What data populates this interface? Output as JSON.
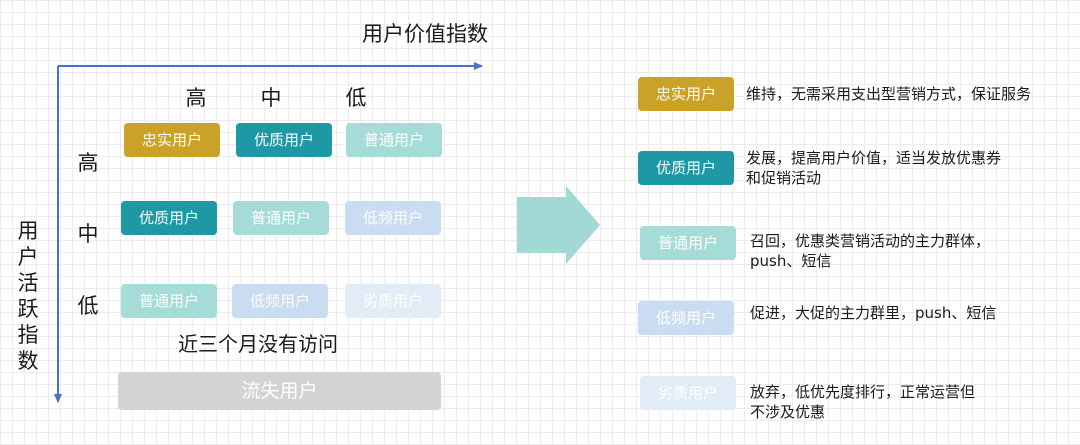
{
  "axes": {
    "x_title": "用户价值指数",
    "y_title": [
      "用",
      "户",
      "活",
      "跃",
      "指",
      "数"
    ]
  },
  "columns": [
    "高",
    "中",
    "低"
  ],
  "rows": [
    "高",
    "中",
    "低"
  ],
  "matrix": [
    [
      "忠实用户",
      "优质用户",
      "普通用户"
    ],
    [
      "优质用户",
      "普通用户",
      "低频用户"
    ],
    [
      "普通用户",
      "低频用户",
      "劣质用户"
    ]
  ],
  "recent_note": "近三个月没有访问",
  "churn_label": "流失用户",
  "legend": [
    {
      "label": "忠实用户",
      "desc": [
        "维持，无需采用支出型营销方式，保证服务"
      ]
    },
    {
      "label": "优质用户",
      "desc": [
        "发展，提高用户价值，适当发放优惠券",
        "和促销活动"
      ]
    },
    {
      "label": "普通用户",
      "desc": [
        "召回，优惠类营销活动的主力群体，",
        "push、短信"
      ]
    },
    {
      "label": "低频用户",
      "desc": [
        "促进，大促的主力群里，push、短信"
      ]
    },
    {
      "label": "劣质用户",
      "desc": [
        "放弃，低优先度排行，正常运营但",
        "不涉及优惠"
      ]
    }
  ],
  "colors": {
    "axis": "#4472c4",
    "arrow": "#a3d9d4",
    "loyal": "#c9a227",
    "quality": "#1e98a5",
    "normal": "#a6dcd8",
    "lowfreq": "#c9dcf2",
    "poor": "#e2ecf6",
    "churn": "#d3d3d3"
  }
}
